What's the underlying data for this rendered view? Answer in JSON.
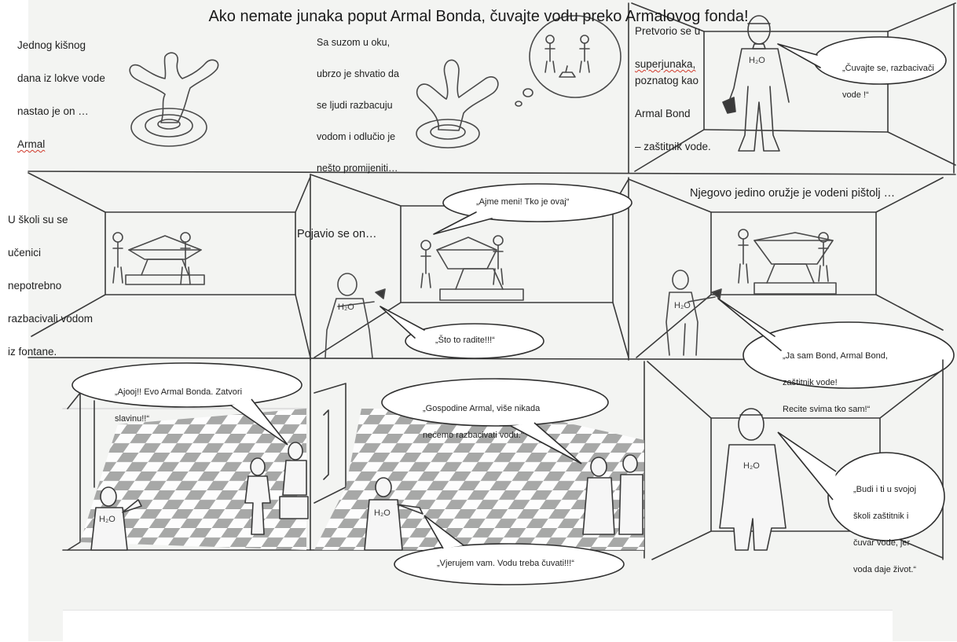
{
  "panels": {
    "p1": {
      "caption": [
        "Jednog kišnog",
        "dana iz lokve vode",
        "nastao je on …",
        "Armal"
      ]
    },
    "p2": {
      "caption": [
        "Sa suzom u oku,",
        "ubrzo je shvatio da",
        "se ljudi razbacuju",
        "vodom i odlučio je",
        "nešto promijeniti…"
      ]
    },
    "p3": {
      "caption": [
        "Pretvorio se u",
        "superjunaka,",
        "poznatog kao",
        "Armal Bond",
        "– zaštitnik vode."
      ],
      "bubble": [
        "„Čuvajte se, razbacivači",
        "vode !“"
      ]
    },
    "p4": {
      "caption": [
        "U školi su se",
        "učenici",
        "nepotrebno",
        "razbacivali vodom",
        "iz fontane."
      ]
    },
    "p5": {
      "caption": "Pojavio se on…",
      "bubble_top": "„Ajme meni! Tko je ovaj“",
      "bubble_bottom": "„Što to radite!!!“"
    },
    "p6": {
      "caption": "Njegovo jedino oružje je vodeni pištolj …",
      "bubble": [
        "„Ja sam Bond, Armal Bond,",
        "zaštitnik vode!",
        "Recite svima tko sam!“"
      ]
    },
    "p7": {
      "bubble": [
        "„Ajooj!! Evo  Armal Bonda. Zatvori",
        "slavinu!!“"
      ]
    },
    "p8": {
      "bubble_top": [
        "„Gospodine Armal, više nikada",
        "nećemo razbacivati vodu.“"
      ],
      "bubble_bottom": "„Vjerujem vam. Vodu treba čuvati!!!“"
    },
    "p9": {
      "bubble": [
        "„Budi i ti u svojoj",
        "školi zaštitnik  i",
        "čuvar vode, jer",
        "voda daje život.“"
      ]
    }
  },
  "h2o_label": "H₂O",
  "footer": "Ako nemate junaka poput Armal Bonda, čuvajte vodu preko Armalovog fonda!"
}
